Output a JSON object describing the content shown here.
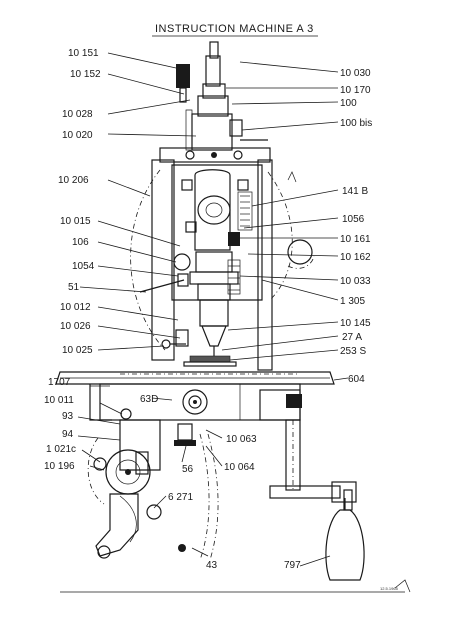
{
  "title": "INSTRUCTION  MACHINE  A 3",
  "labels": {
    "l10151": "10 151",
    "l10152": "10 152",
    "l10028": "10 028",
    "l10020": "10 020",
    "l10206": "10 206",
    "l10015": "10 015",
    "l106": "106",
    "l1054": "1054",
    "l51": "51",
    "l10012": "10 012",
    "l10026": "10 026",
    "l10025": "10 025",
    "l1707": "1707",
    "l10011": "10 011",
    "l93": "93",
    "l94": "94",
    "l1021c": "1 021c",
    "l10196": "10 196",
    "l10030": "10 030",
    "l10170": "10 170",
    "l100": "100",
    "l100bis": "100 bis",
    "l141b": "141 B",
    "l1056": "1056",
    "l10161": "10 161",
    "l10162": "10 162",
    "l10033": "10 033",
    "l1305": "1 305",
    "l10145": "10 145",
    "l27a": "27 A",
    "l253s": "253 S",
    "l604": "604",
    "l63d": "63D",
    "l10063": "10 063",
    "l10064": "10 064",
    "l56": "56",
    "l6271": "6 271",
    "l43": "43",
    "l797": "797"
  },
  "stamp": "12.5.1965"
}
